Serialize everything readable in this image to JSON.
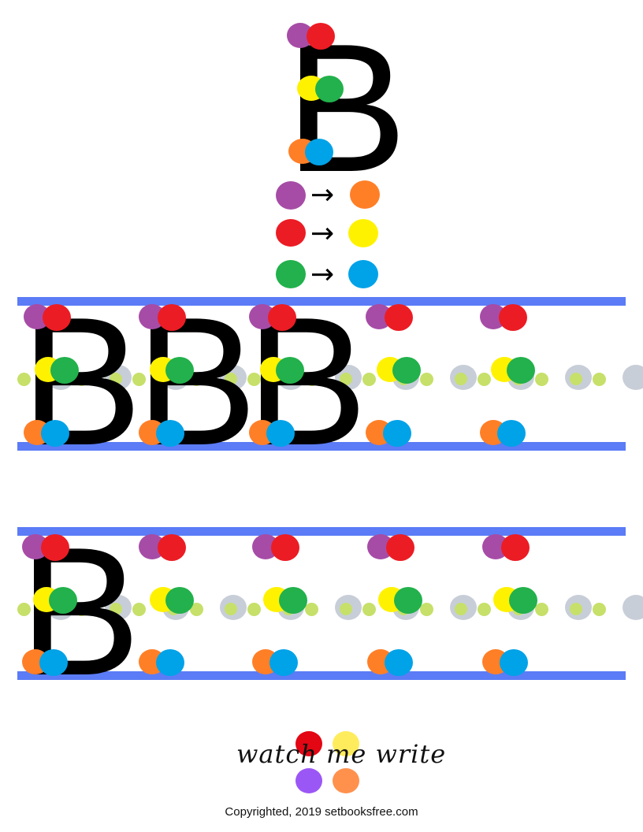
{
  "letter": "B",
  "colors": {
    "purple": "#a64ca6",
    "red": "#ec1c24",
    "yellow": "#fff200",
    "green": "#22b14c",
    "orange": "#ff7f27",
    "blue": "#00a2e8",
    "rule_blue": "#5b7cf6",
    "midline_green": "#c6e06a",
    "midline_gray": "#c8ced8"
  },
  "legend": [
    {
      "from": "purple",
      "to": "orange"
    },
    {
      "from": "red",
      "to": "yellow"
    },
    {
      "from": "green",
      "to": "blue"
    }
  ],
  "practice_rows": [
    {
      "traced_letters": 3,
      "dot_guides": 2
    },
    {
      "traced_letters": 1,
      "dot_guides": 4
    }
  ],
  "footer": {
    "brand_text": "watch me write",
    "brand_dot_colors": [
      "#e30613",
      "#ffec5c",
      "#9b57f5",
      "#ff914d"
    ],
    "copyright": "Copyrighted, 2019 setbooksfree.com"
  }
}
